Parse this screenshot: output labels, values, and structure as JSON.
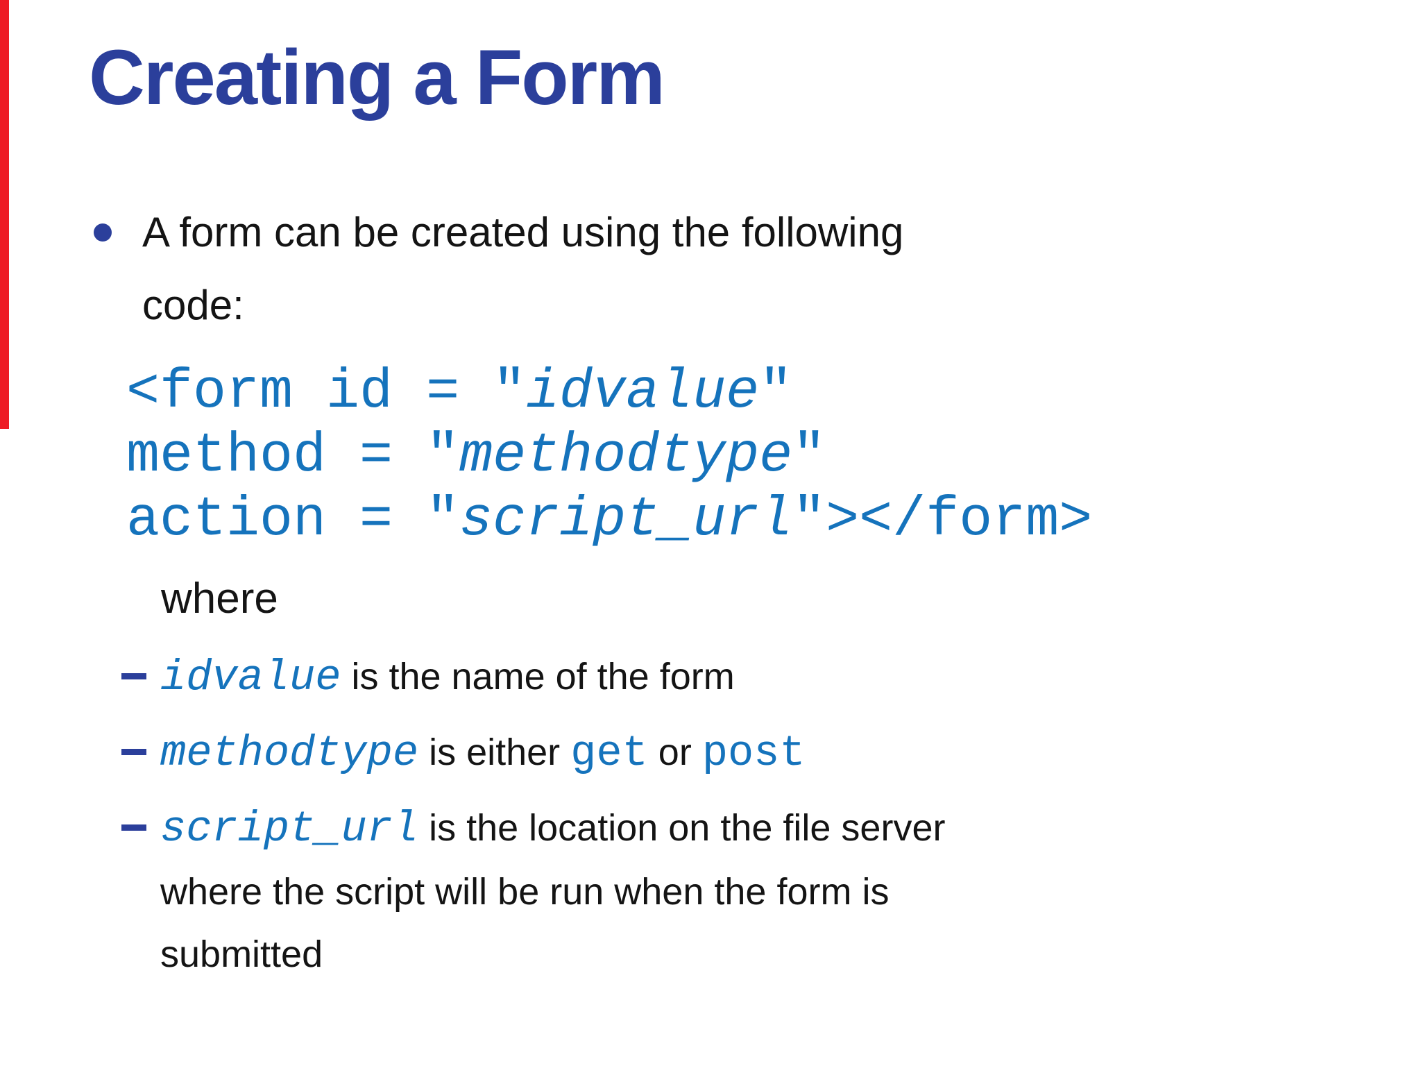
{
  "colors": {
    "title_navy": "#2b3f9b",
    "code_blue": "#1573bc",
    "body_black": "#141414",
    "red_marker": "#ee1b24",
    "background": "#ffffff"
  },
  "title": "Creating a Form",
  "bullet": {
    "text": "A form can be created using the following code:"
  },
  "code": {
    "line1": {
      "pre": "<form id = \"",
      "var": "idvalue",
      "post": "\""
    },
    "line2": {
      "pre": "method = \"",
      "var": "methodtype",
      "post": "\""
    },
    "line3": {
      "pre": "action = \"",
      "var": "script_url",
      "post": "\"></form>"
    }
  },
  "where_label": "where",
  "sub_bullets": [
    {
      "var": "idvalue",
      "after": " is the name of the form"
    },
    {
      "var": "methodtype",
      "after": " is either ",
      "code1": "get",
      "mid": " or ",
      "code2": "post"
    },
    {
      "var": "script_url",
      "after": " is the location on the file server where the script will be run when the form is submitted"
    }
  ]
}
